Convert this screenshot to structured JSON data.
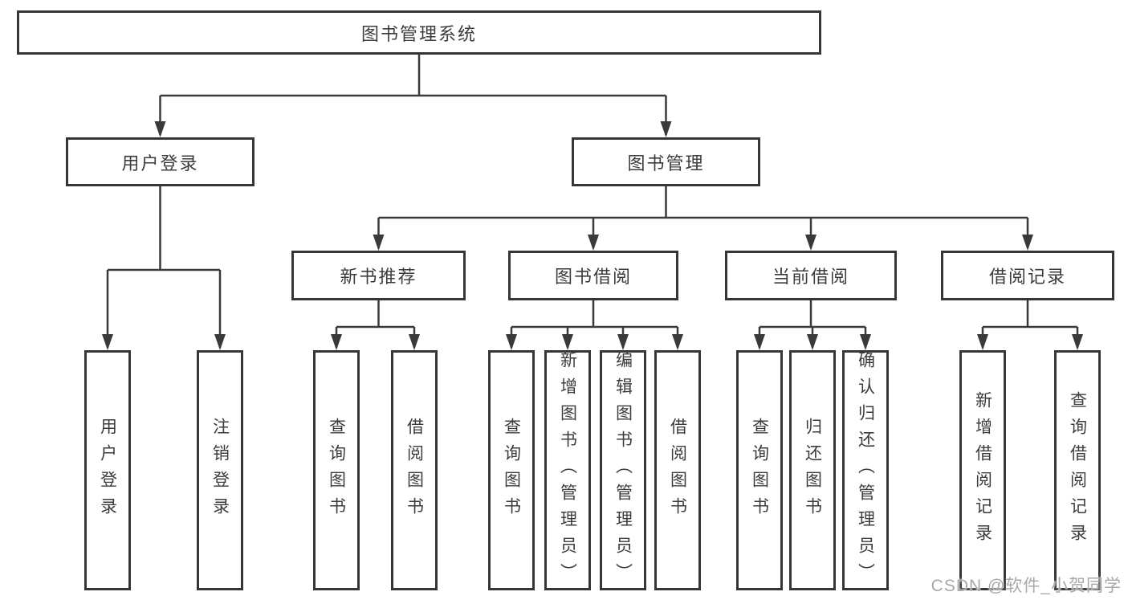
{
  "diagram": {
    "title": "图书管理系统",
    "watermark": "CSDN @软件_小贺同学",
    "colors": {
      "line": "#3a3a3a",
      "border": "#363636",
      "bg": "#ffffff",
      "text": "#3c3c3c",
      "watermark": "#a9a9a9"
    },
    "tree": {
      "label": "图书管理系统",
      "children": [
        {
          "label": "用户登录",
          "children": [
            {
              "label": "用户登录"
            },
            {
              "label": "注销登录"
            }
          ]
        },
        {
          "label": "图书管理",
          "children": [
            {
              "label": "新书推荐",
              "children": [
                {
                  "label": "查询图书"
                },
                {
                  "label": "借阅图书"
                }
              ]
            },
            {
              "label": "图书借阅",
              "children": [
                {
                  "label": "查询图书"
                },
                {
                  "label": "新增图书（管理员）"
                },
                {
                  "label": "编辑图书（管理员）"
                },
                {
                  "label": "借阅图书"
                }
              ]
            },
            {
              "label": "当前借阅",
              "children": [
                {
                  "label": "查询图书"
                },
                {
                  "label": "归还图书"
                },
                {
                  "label": "确认归还（管理员）"
                }
              ]
            },
            {
              "label": "借阅记录",
              "children": [
                {
                  "label": "新增借阅记录"
                },
                {
                  "label": "查询借阅记录"
                }
              ]
            }
          ]
        }
      ]
    }
  }
}
